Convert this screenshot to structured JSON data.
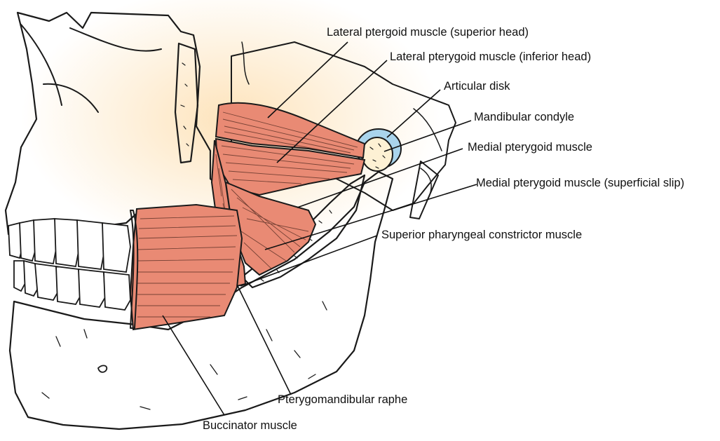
{
  "labels": {
    "lat_pter_sup": "Lateral ptergoid muscle (superior head)",
    "lat_pter_inf": "Lateral pterygoid muscle (inferior head)",
    "articular_disk": "Articular disk",
    "mand_condyle": "Mandibular condyle",
    "med_pter": "Medial pterygoid muscle",
    "med_pter_slip": "Medial pterygoid muscle (superficial slip)",
    "sup_pharyngeal": "Superior pharyngeal constrictor muscle",
    "pterygomand_raphe": "Pterygomandibular raphe",
    "buccinator": "Buccinator muscle"
  },
  "colors": {
    "bone": "#fdf1d4",
    "bone_highlight": "#fde2b8",
    "muscle": "#e98a74",
    "muscle_dark": "#c7644f",
    "disk": "#a9d4ec",
    "teeth": "#ffffff",
    "outline": "#1a1a1a"
  }
}
